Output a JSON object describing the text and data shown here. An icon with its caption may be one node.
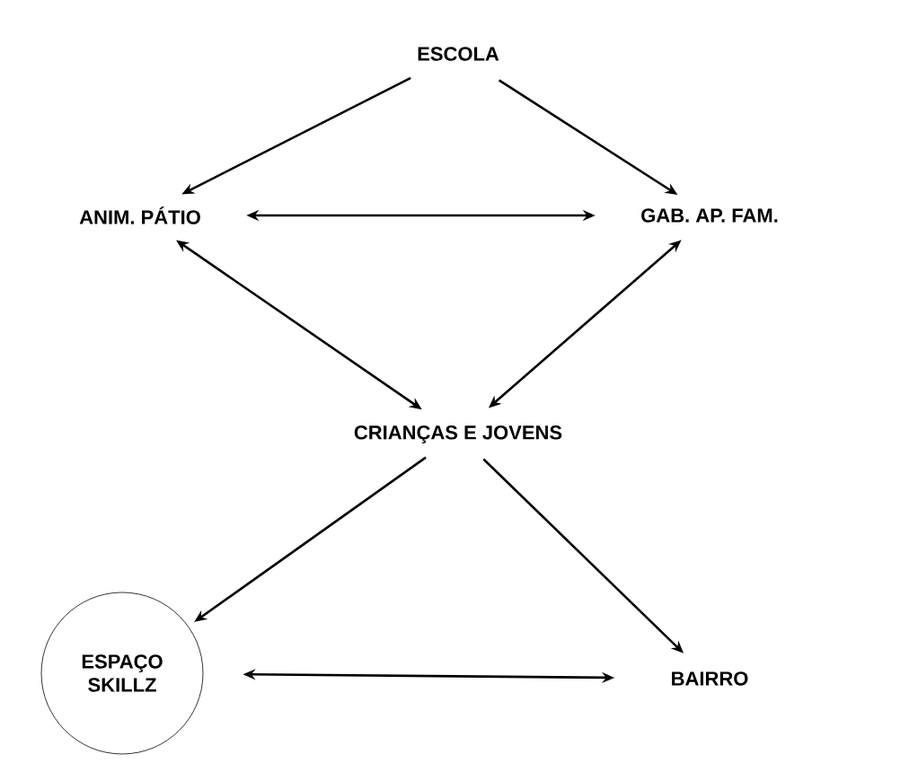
{
  "diagram": {
    "nodes": [
      {
        "text": [
          "ESCOLA"
        ]
      },
      {
        "text": [
          "ANIM. PÁTIO"
        ]
      },
      {
        "text": [
          "GAB. AP. FAM."
        ]
      },
      {
        "text": [
          "CRIANÇAS E JOVENS"
        ]
      },
      {
        "text": [
          "ESPAÇO SKILLZ"
        ]
      },
      {
        "text": [
          "BAIRRO"
        ]
      }
    ],
    "edges": [
      {
        "from": 0,
        "to": 1,
        "arrow": "to"
      },
      {
        "from": 0,
        "to": 2,
        "arrow": "to"
      },
      {
        "from": 1,
        "to": 2,
        "arrow": "both"
      },
      {
        "from": 1,
        "to": 3,
        "arrow": "both"
      },
      {
        "from": 2,
        "to": 3,
        "arrow": "both"
      },
      {
        "from": 3,
        "to": 4,
        "arrow": "to"
      },
      {
        "from": 3,
        "to": 5,
        "arrow": "to"
      },
      {
        "from": 4,
        "to": 5,
        "arrow": "both"
      }
    ]
  }
}
